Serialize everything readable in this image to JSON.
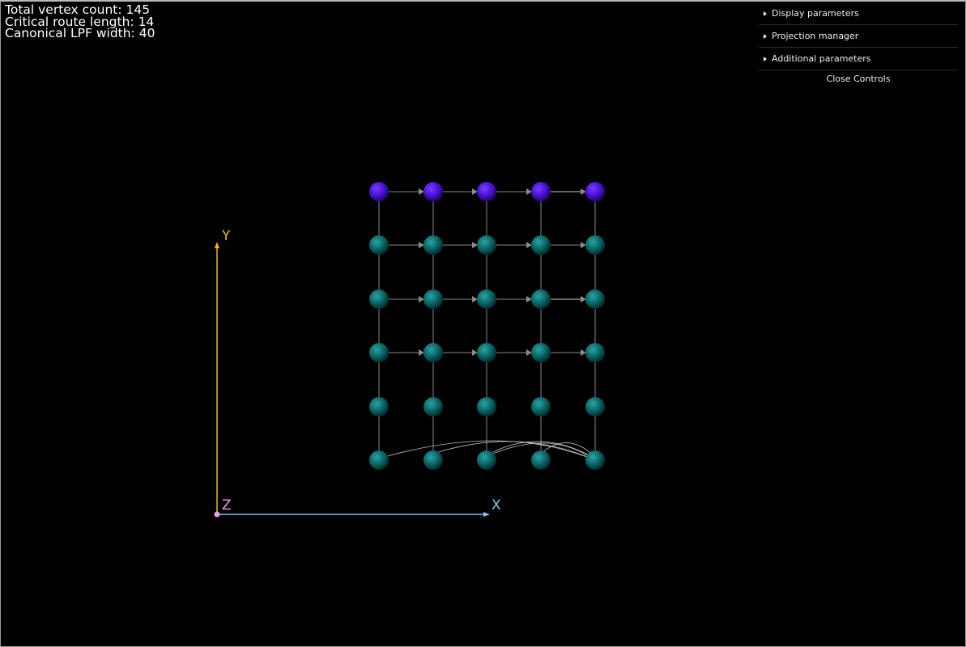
{
  "stats": {
    "vertex_count": "Total vertex count: 145",
    "route_length": "Critical route length: 14",
    "lpf_width": "Canonical LPF width: 40"
  },
  "controls": {
    "folders": [
      {
        "label": "Display parameters"
      },
      {
        "label": "Projection manager"
      },
      {
        "label": "Additional parameters"
      }
    ],
    "close_label": "Close Controls"
  },
  "axes": {
    "x_label": "X",
    "y_label": "Y",
    "z_label": "Z",
    "x_color": "#7ac8f0",
    "y_color": "#f2b51c",
    "z_color": "#f09ae6"
  },
  "graph": {
    "columns": 5,
    "rows": 6,
    "top_row_color": "#4a14d8",
    "node_color": "#0c6a6a",
    "edge_color": "#888888"
  }
}
